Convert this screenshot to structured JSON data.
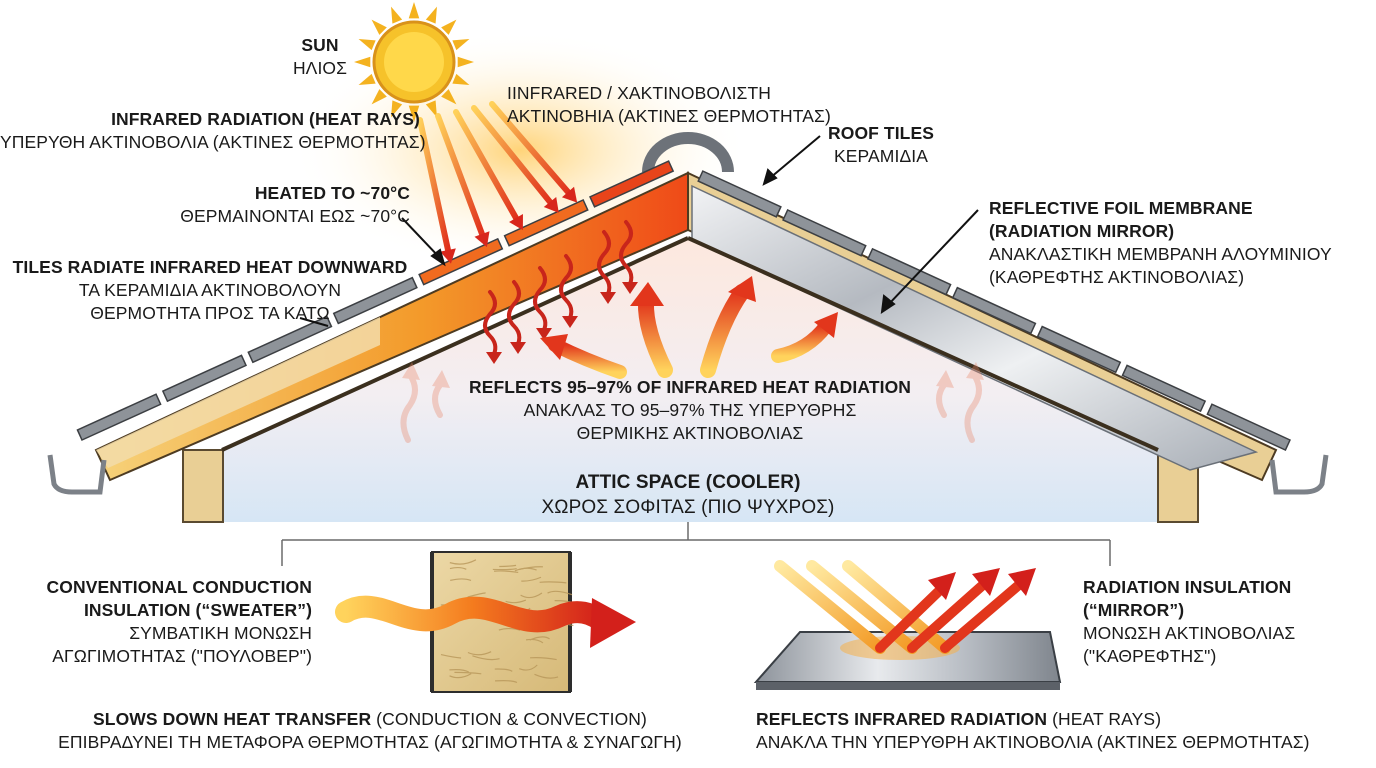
{
  "colors": {
    "sun": "#f6c22a",
    "heat_red": "#d8261c",
    "heat_orange": "#f38a1c",
    "attic_blue": "#dce9f6",
    "wood": "#e9cf95",
    "foil": "#c8ccd2",
    "tile_grey": "#8e9399"
  },
  "icons": {
    "sun": "sun-icon",
    "heat_ray": "arrow-icon",
    "wavy_heat": "wavy-arrow-icon",
    "curved_reflection": "curved-arrow-icon",
    "insulation_batt": "insulation-batt-icon",
    "mirror_plate": "mirror-plate-icon"
  },
  "labels": {
    "sun": {
      "en": "SUN",
      "el": "ΗΛΙΟΣ"
    },
    "infrared_radiation": {
      "en": "INFRARED RADIATION (HEAT RAYS)",
      "el": "ΥΠΕΡΥΘΗ ΑΚΤΙΝΟΒΟΛΙΑ (ΑΚΤΙΝΕΣ ΘΕΡΜΟΤΗΤΑΣ)"
    },
    "infrared_top": {
      "line1": "IINFRARED / ΧΑΚΤΙΝΟΒΟΛΙΣΤΗ",
      "line2": "ΑΚΤΙΝΟΒΗΙΑ (ΑΚΤΙΝΕΣ ΘΕΡΜΟΤΗΤΑΣ)"
    },
    "roof_tiles": {
      "en": "ROOF TILES",
      "el": "ΚΕΡΑΜΙΔΙΑ"
    },
    "heated": {
      "en": "HEATED TO ~70°C",
      "el": "ΘΕΡΜΑΙΝΟΝΤΑΙ ΕΩΣ ~70°C"
    },
    "tiles_radiate": {
      "en": "TILES RADIATE INFRARED HEAT DOWNWARD",
      "el1": "ΤΑ ΚΕΡΑΜΙΔΙΑ ΑΚΤΙΝΟΒΟΛΟΥΝ",
      "el2": "ΘΕΡΜΟΤΗΤΑ ΠΡΟΣ ΤΑ ΚΑΤΩ"
    },
    "reflective_foil": {
      "en1": "REFLECTIVE FOIL MEMBRANE",
      "en2": "(RADIATION MIRROR)",
      "el1": "ΑΝΑΚΛΑΣΤΙΚΗ ΜΕΜΒΡΑΝΗ ΑΛΟΥΜΙΝΙΟΥ",
      "el2": "(ΚΑΘΡΕΦΤΗΣ ΑΚΤΙΝΟΒΟΛΙΑΣ)"
    },
    "reflects_percent": {
      "en": "REFLECTS 95–97% OF INFRARED HEAT RADIATION",
      "el1": "ΑΝΑΚΛΑΣ ΤΟ 95–97% ΤΗΣ ΥΠΕΡΥΘΡΗΣ",
      "el2": "ΘΕΡΜΙΚΗΣ ΑΚΤΙΝΟΒΟΛΙΑΣ"
    },
    "attic": {
      "en": "ATTIC SPACE (COOLER)",
      "el": "ΧΩΡΟΣ ΣΟΦΙΤΑΣ (ΠΙΟ ΨΥΧΡΟΣ)"
    },
    "conventional": {
      "en1": "CONVENTIONAL CONDUCTION",
      "en2": "INSULATION (“SWEATER”)",
      "el1": "ΣΥΜΒΑΤΙΚΗ ΜΟΝΩΣΗ",
      "el2": "ΑΓΩΓΙΜΟΤΗΤΑΣ (\"ΠΟΥΛΟΒΕΡ\")"
    },
    "radiation_insulation": {
      "en1": "RADIATION INSULATION",
      "en2": "(“MIRROR”)",
      "el1": "ΜΟΝΩΣΗ ΑΚΤΙΝΟΒΟΛΙΑΣ",
      "el2": "(\"ΚΑΘΡΕΦΤΗΣ\")"
    },
    "slows": {
      "en": "SLOWS DOWN HEAT TRANSFER",
      "en_rest": " (CONDUCTION & CONVECTION)",
      "el": "ΕΠΙΒΡΑΔΥΝΕΙ ΤΗ ΜΕΤΑΦΟΡΑ ΘΕΡΜΟΤΗΤΑΣ (ΑΓΩΓΙΜΟΤΗΤΑ & ΣΥΝΑΓΩΓΗ)"
    },
    "reflects_ir": {
      "en": "REFLECTS INFRARED RADIATION",
      "en_rest": " (HEAT RAYS)",
      "el": "ΑΝΑΚΛΑ ΤΗΝ ΥΠΕΡΥΘΡΗ ΑΚΤΙΝΟΒΟΛΙΑ (ΑΚΤΙΝΕΣ ΘΕΡΜΟΤΗΤΑΣ)"
    }
  }
}
